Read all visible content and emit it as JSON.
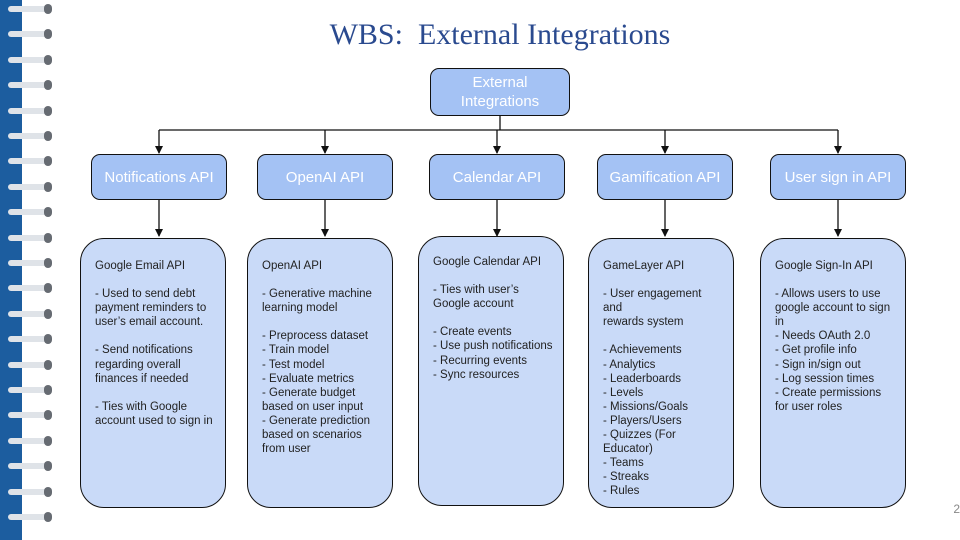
{
  "slide": {
    "title": "WBS:  External Integrations",
    "page_number": "2"
  },
  "root": {
    "label": "External Integrations",
    "lines": [
      "External",
      "Integrations"
    ]
  },
  "categories": [
    {
      "label": "Notifications API",
      "detail_title": "Google Email API",
      "details": [
        "- Used to send debt",
        "payment reminders to",
        "user’s email account.",
        "",
        "- Send notifications",
        "regarding overall",
        "finances if needed",
        "",
        "- Ties with Google",
        "account used to sign in"
      ]
    },
    {
      "label": "OpenAI API",
      "detail_title": "OpenAI API",
      "details": [
        "- Generative machine",
        "learning model",
        "",
        "- Preprocess dataset",
        "- Train model",
        "- Test model",
        "- Evaluate metrics",
        "- Generate budget",
        "based on user input",
        "- Generate prediction",
        "based on scenarios",
        "from user"
      ]
    },
    {
      "label": "Calendar API",
      "detail_title": "Google Calendar API",
      "details": [
        "- Ties with user’s",
        "Google account",
        "",
        "- Create events",
        "- Use push notifications",
        "- Recurring events",
        "- Sync resources"
      ]
    },
    {
      "label": "Gamification API",
      "detail_title": "GameLayer API",
      "details": [
        "- User engagement and",
        "rewards system",
        "",
        "- Achievements",
        "- Analytics",
        "- Leaderboards",
        "- Levels",
        "- Missions/Goals",
        "- Players/Users",
        "- Quizzes (For",
        "Educator)",
        "- Teams",
        "- Streaks",
        "- Rules"
      ]
    },
    {
      "label": "User sign in API",
      "detail_title": "Google Sign-In API",
      "details": [
        "- Allows users to use",
        "google account to sign",
        "in",
        "- Needs OAuth 2.0",
        "- Get profile info",
        "- Sign in/sign out",
        "- Log session times",
        "- Create permissions",
        "for user roles"
      ]
    }
  ]
}
